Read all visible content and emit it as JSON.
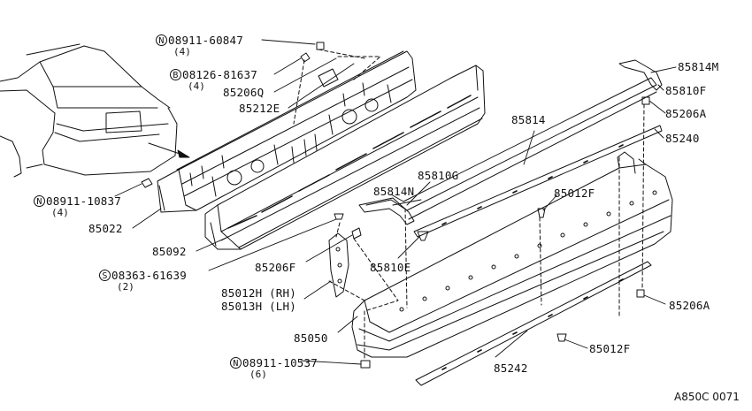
{
  "labels": {
    "n_08911_60847": {
      "prefix": "N",
      "text": "08911-60847",
      "qty": "(4)"
    },
    "b_08126_81637": {
      "prefix": "B",
      "text": "08126-81637",
      "qty": "(4)"
    },
    "p_85206Q": "85206Q",
    "p_85212E": "85212E",
    "n_08911_10837": {
      "prefix": "N",
      "text": "08911-10837",
      "qty": "(4)"
    },
    "p_85022": "85022",
    "p_85092": "85092",
    "s_08363_61639": {
      "prefix": "S",
      "text": "08363-61639",
      "qty": "(2)"
    },
    "p_85206F": "85206F",
    "p_85012H": "85012H (RH)",
    "p_85013H": "85013H (LH)",
    "p_85050": "85050",
    "n_08911_10537": {
      "prefix": "N",
      "text": "08911-10537",
      "qty": "(6)"
    },
    "p_85242": "85242",
    "p_85012F_bottom": "85012F",
    "p_85206A_bottom": "85206A",
    "p_85814M": "85814M",
    "p_85810F": "85810F",
    "p_85206A_top": "85206A",
    "p_85240": "85240",
    "p_85814": "85814",
    "p_85810G": "85810G",
    "p_85814N": "85814N",
    "p_85012F_mid": "85012F",
    "p_85810E": "85810E"
  },
  "diagram_code": "A850C 0071"
}
